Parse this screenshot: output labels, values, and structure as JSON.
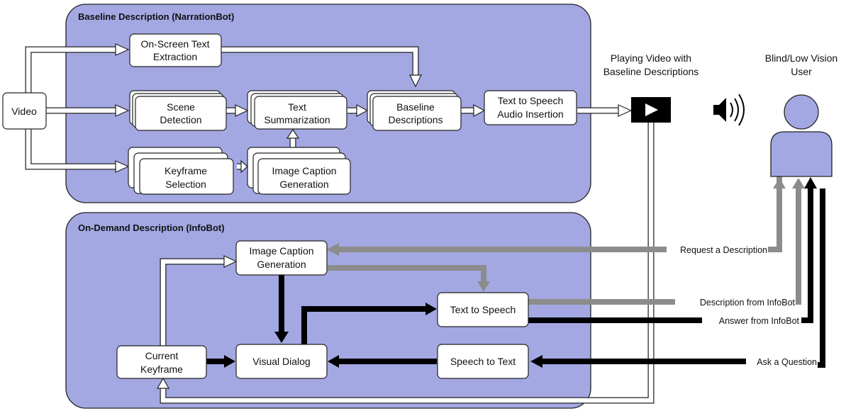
{
  "panels": {
    "baseline": {
      "title": "Baseline Description (NarrationBot)"
    },
    "ondemand": {
      "title": "On-Demand Description (InfoBot)"
    }
  },
  "nodes": {
    "video": [
      "Video"
    ],
    "onscreen_text": [
      "On-Screen Text",
      "Extraction"
    ],
    "scene_detection": [
      "Scene",
      "Detection"
    ],
    "text_summarization": [
      "Text",
      "Summarization"
    ],
    "baseline_descriptions": [
      "Baseline",
      "Descriptions"
    ],
    "tts_audio": [
      "Text to Speech",
      "Audio Insertion"
    ],
    "keyframe_selection": [
      "Keyframe",
      "Selection"
    ],
    "image_caption_baseline": [
      "Image Caption",
      "Generation"
    ],
    "image_caption_ondemand": [
      "Image Caption",
      "Generation"
    ],
    "tts_ondemand": [
      "Text to Speech"
    ],
    "visual_dialog": [
      "Visual Dialog"
    ],
    "speech_to_text": [
      "Speech to Text"
    ],
    "current_keyframe": [
      "Current",
      "Keyframe"
    ]
  },
  "player": {
    "caption": [
      "Playing Video with",
      "Baseline Descriptions"
    ],
    "icon": "play-icon"
  },
  "speaker": {
    "icon": "speaker-icon"
  },
  "user": {
    "caption": [
      "Blind/Low Vision",
      "User"
    ],
    "icon": "person-icon"
  },
  "edge_labels": {
    "request": "Request a Description",
    "description": "Description from InfoBot",
    "answer": "Answer from InfoBot",
    "question": "Ask a Question"
  },
  "colors": {
    "panel_fill": "#a3a8e3",
    "gray_arrow": "#8c8c8c",
    "black_arrow": "#000000",
    "user_fill": "#a3a8e3"
  }
}
